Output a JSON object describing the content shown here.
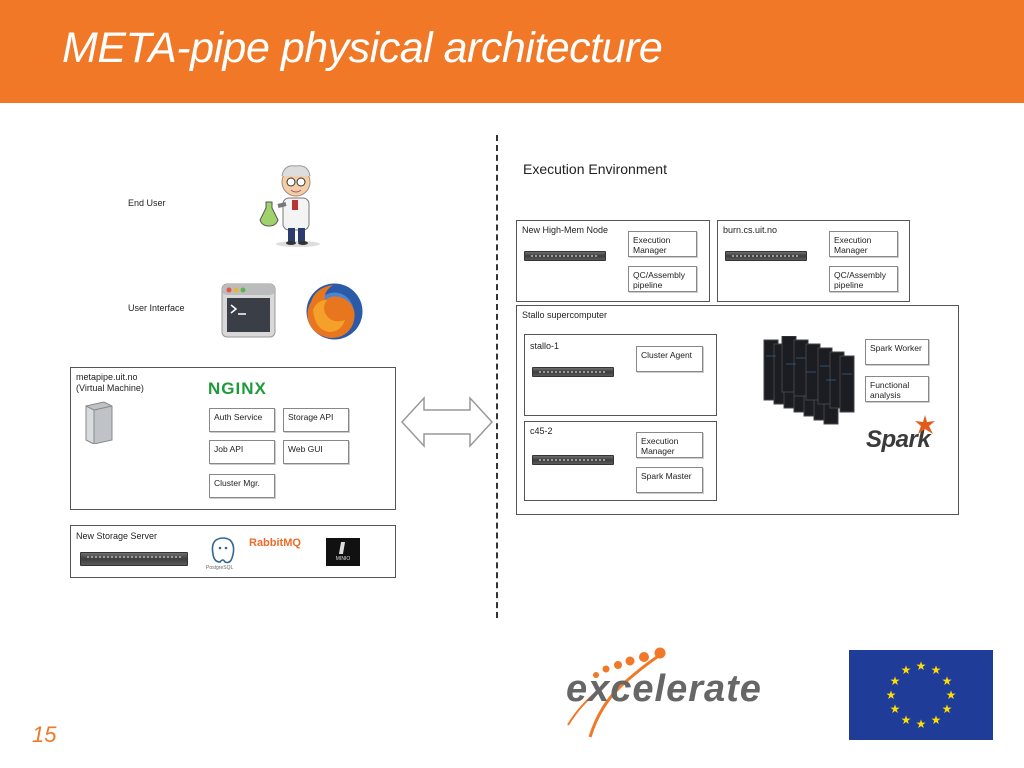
{
  "slide": {
    "title": "META-pipe physical architecture",
    "page_number": "15"
  },
  "left": {
    "end_user_label": "End User",
    "user_interface_label": "User Interface",
    "vm": {
      "title": "metapipe.uit.no\n(Virtual Machine)",
      "nginx_logo": "NGINX",
      "services": [
        "Auth Service",
        "Storage API",
        "Job API",
        "Web GUI",
        "Cluster Mgr."
      ]
    },
    "storage": {
      "title": "New Storage Server",
      "postgres_logo": "PostgreSQL",
      "rabbitmq_logo": "RabbitMQ",
      "minio_logo": "MINIO"
    }
  },
  "right": {
    "heading": "Execution Environment",
    "highmem": {
      "title": "New High-Mem Node",
      "items": [
        "Execution\nManager",
        "QC/Assembly\npipeline"
      ]
    },
    "burn": {
      "title": "burn.cs.uit.no",
      "items": [
        "Execution\nManager",
        "QC/Assembly\npipeline"
      ]
    },
    "stallo": {
      "title": "Stallo supercomputer",
      "stallo1": {
        "title": "stallo-1",
        "items": [
          "Cluster Agent"
        ]
      },
      "c45": {
        "title": "c45-2",
        "items": [
          "Execution\nManager",
          "Spark Master"
        ]
      },
      "spark_items": [
        "Spark Worker",
        "Functional\nanalysis"
      ],
      "spark_logo": "Spark"
    }
  },
  "footer": {
    "logo_text": "excelerate"
  },
  "colors": {
    "accent": "#f07826",
    "eu_blue": "#1f3c99",
    "eu_star": "#ffdd00",
    "logo_gray": "#666666",
    "logo_orange": "#f07826"
  }
}
